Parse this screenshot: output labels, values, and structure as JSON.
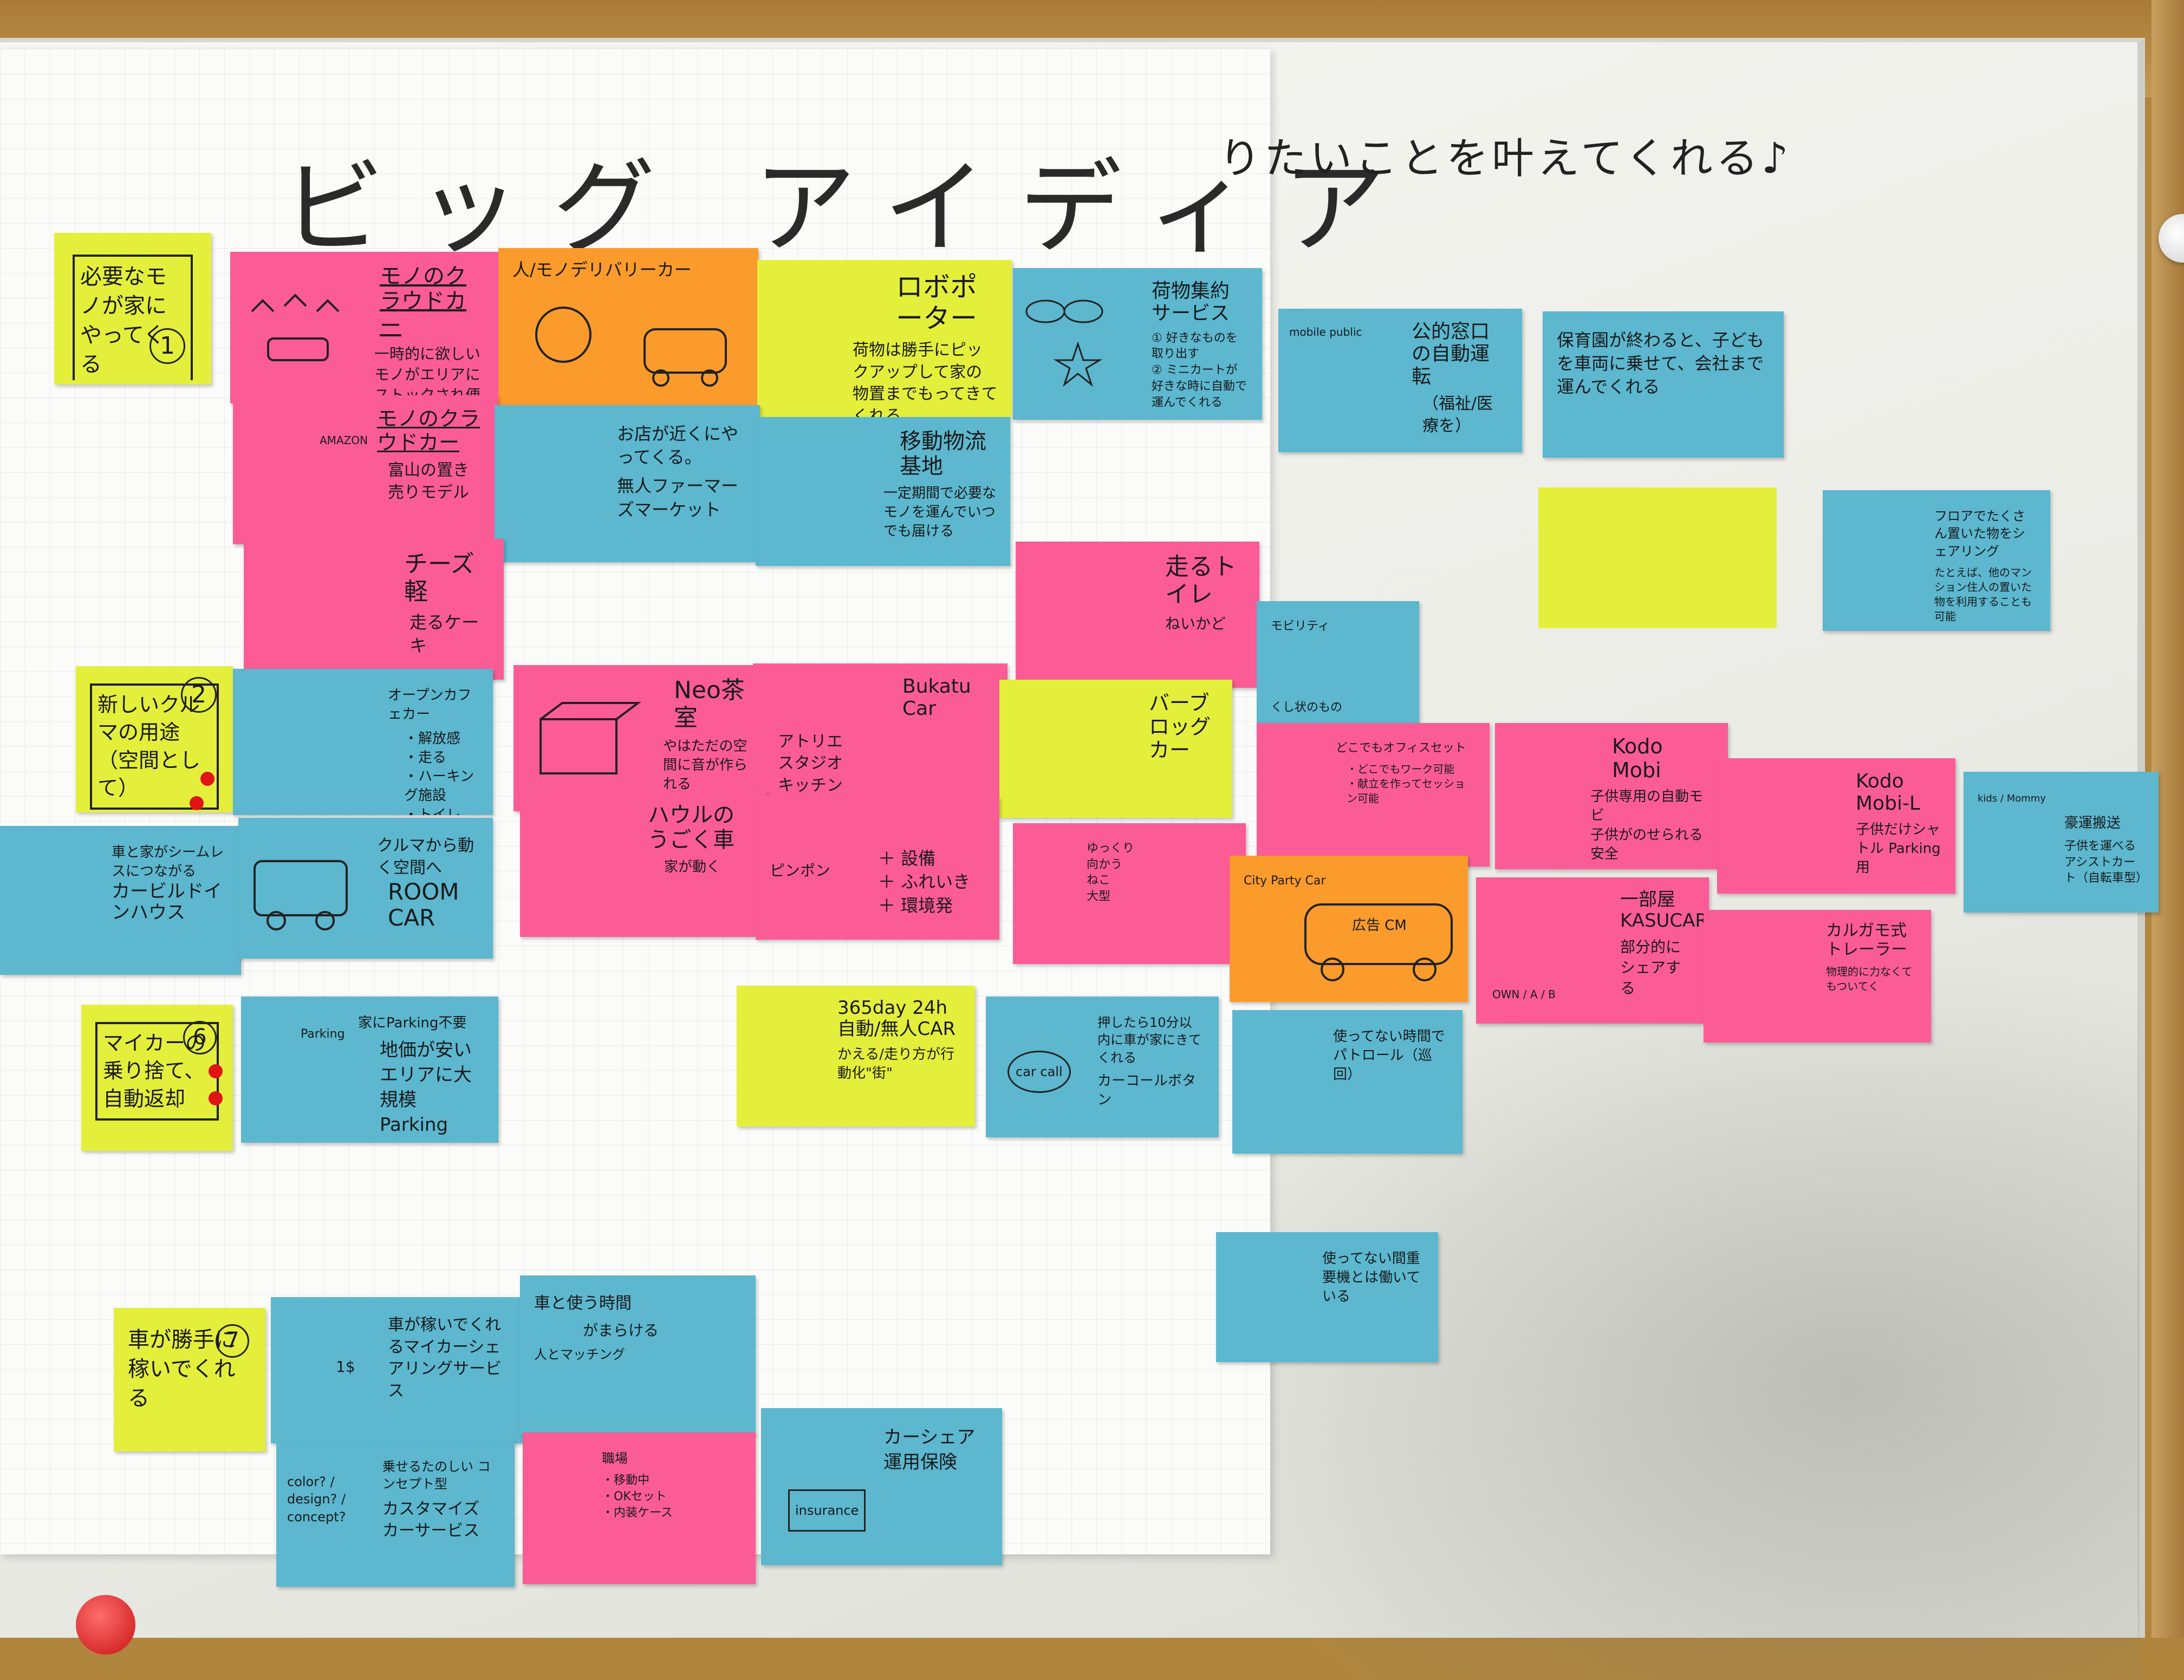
{
  "board": {
    "title": "ビッグ アイディア",
    "headline": "りたいことを叶えてくれる♪"
  },
  "category_notes": [
    {
      "number": "1",
      "text": "必要なモノが家にやってくる"
    },
    {
      "number": "2",
      "text": "新しいクルマの用途（空間として）"
    },
    {
      "number": "6",
      "text": "マイカーの乗り捨て、自動返却"
    },
    {
      "number": "7",
      "text": "車が勝手に稼いでくれる"
    }
  ],
  "notes": {
    "n01": {
      "title": "モノのクラウドカー",
      "body": "一時的に欲しいモノがエリアにストックされ便利できる"
    },
    "n02": {
      "title": "人/モノデリバリーカー",
      "body": ""
    },
    "n03": {
      "title": "ロボポーター",
      "body": "荷物は勝手にピックアップして家の物置までもってきてくれる"
    },
    "n04": {
      "title": "荷物集約サービス",
      "body": "① 好きなものを取り出す\n② ミニカートが好きな時に自動で運んでくれる"
    },
    "n05": {
      "title": "公的窓口の自動運転",
      "body": "（福祉/医療を）",
      "tag": "mobile public"
    },
    "n06": {
      "title": "保育園が終わると、子どもを車両に乗せて、会社まで運んでくれる",
      "body": ""
    },
    "n07": {
      "title": "モノのクラウドカー",
      "body": "富山の置き売りモデル",
      "tag": "AMAZON"
    },
    "n08": {
      "title": "お店が近くにやってくる。",
      "body": "無人ファーマーズマーケット"
    },
    "n09": {
      "title": "移動物流基地",
      "body": "一定期間で必要なモノを運んでいつでも届ける"
    },
    "n10": {
      "title": "",
      "body": ""
    },
    "n11": {
      "title": "フロアでたくさん置いた物をシェアリング",
      "body": "たとえば、他のマンション住人の置いた物を利用することも可能"
    },
    "n12": {
      "title": "チーズ軽",
      "body": "走るケーキ"
    },
    "n13": {
      "title": "走るトイレ",
      "body": "ねいかど"
    },
    "n14": {
      "title": "モビリティ",
      "body": "くし状のもの"
    },
    "n15": {
      "title": "オープンカフェカー",
      "body": "・解放感\n・走る\n・ハーキング施設\n・トイレ"
    },
    "n16": {
      "title": "Neo茶室",
      "body": "やはただの空間に音が作られる"
    },
    "n17": {
      "title": "Bukatu Car",
      "body": "アトリエ\nスタジオ\nキッチン"
    },
    "n18": {
      "title": "バーブロッグカー",
      "body": ""
    },
    "n19": {
      "title": "どこでもオフィスセット",
      "body": "・どこでもワーク可能\n・献立を作ってセッション可能"
    },
    "n20": {
      "title": "Kodo Mobi",
      "body": "子供専用の自動モビ\n子供がのせられる安全"
    },
    "n21": {
      "title": "Kodo Mobi-L",
      "body": "子供だけシャトル Parking用"
    },
    "n22": {
      "title": "豪運搬送",
      "body": "子供を運べるアシストカート（自転車型）",
      "tag": "kids / Mommy"
    },
    "n23": {
      "title": "カービルドインハウス",
      "body": "車と家がシームレスにつながる"
    },
    "n24": {
      "title": "ROOM CAR",
      "body": "クルマから動く空間へ"
    },
    "n25": {
      "title": "ハウルのうごく車",
      "body": "家が動く"
    },
    "n26": {
      "title": "ピンポン",
      "body": "＋ 設備\n＋ ふれいき\n＋ 環境発"
    },
    "n27": {
      "title": "",
      "body": "ゆっくり\n向かう\nねこ\n大型"
    },
    "n28": {
      "title": "City Party Car",
      "body": "広告 CM"
    },
    "n29": {
      "title": "一部屋 KASUCAR",
      "body": "部分的にシェアする",
      "tag": "OWN / A / B"
    },
    "n30": {
      "title": "カルガモ式トレーラー",
      "body": "物理的に力なくてもついてく"
    },
    "n31": {
      "title": "家にParking不要",
      "body": "地価が安いエリアに大規模Parking",
      "tag": "Parking"
    },
    "n32": {
      "title": "365day 24h 自動/無人CAR",
      "body": "かえる/走り方が行動化\"街\""
    },
    "n33": {
      "title": "押したら10分以内に車が家にきてくれる",
      "body": "カーコールボタン",
      "tag": "car call"
    },
    "n34": {
      "title": "使ってない時間でパトロール（巡回）",
      "body": ""
    },
    "n35": {
      "title": "使ってない間重要機とは働いている",
      "body": ""
    },
    "n36": {
      "title": "車が稼いでくれるマイカーシェアリングサービス",
      "body": "",
      "tag": "1$"
    },
    "n37": {
      "title": "車と使う時間",
      "body": "人とマッチング",
      "tag": "がまらける"
    },
    "n38": {
      "title": "乗せるたのしい コンセプト型",
      "body": "カスタマイズ カーサービス",
      "tag": "color? / design? / concept?"
    },
    "n39": {
      "title": "職場",
      "body": "・移動中\n・OKセット\n・内装ケース"
    },
    "n40": {
      "title": "カーシェア運用保険",
      "body": "",
      "tag": "insurance"
    }
  }
}
